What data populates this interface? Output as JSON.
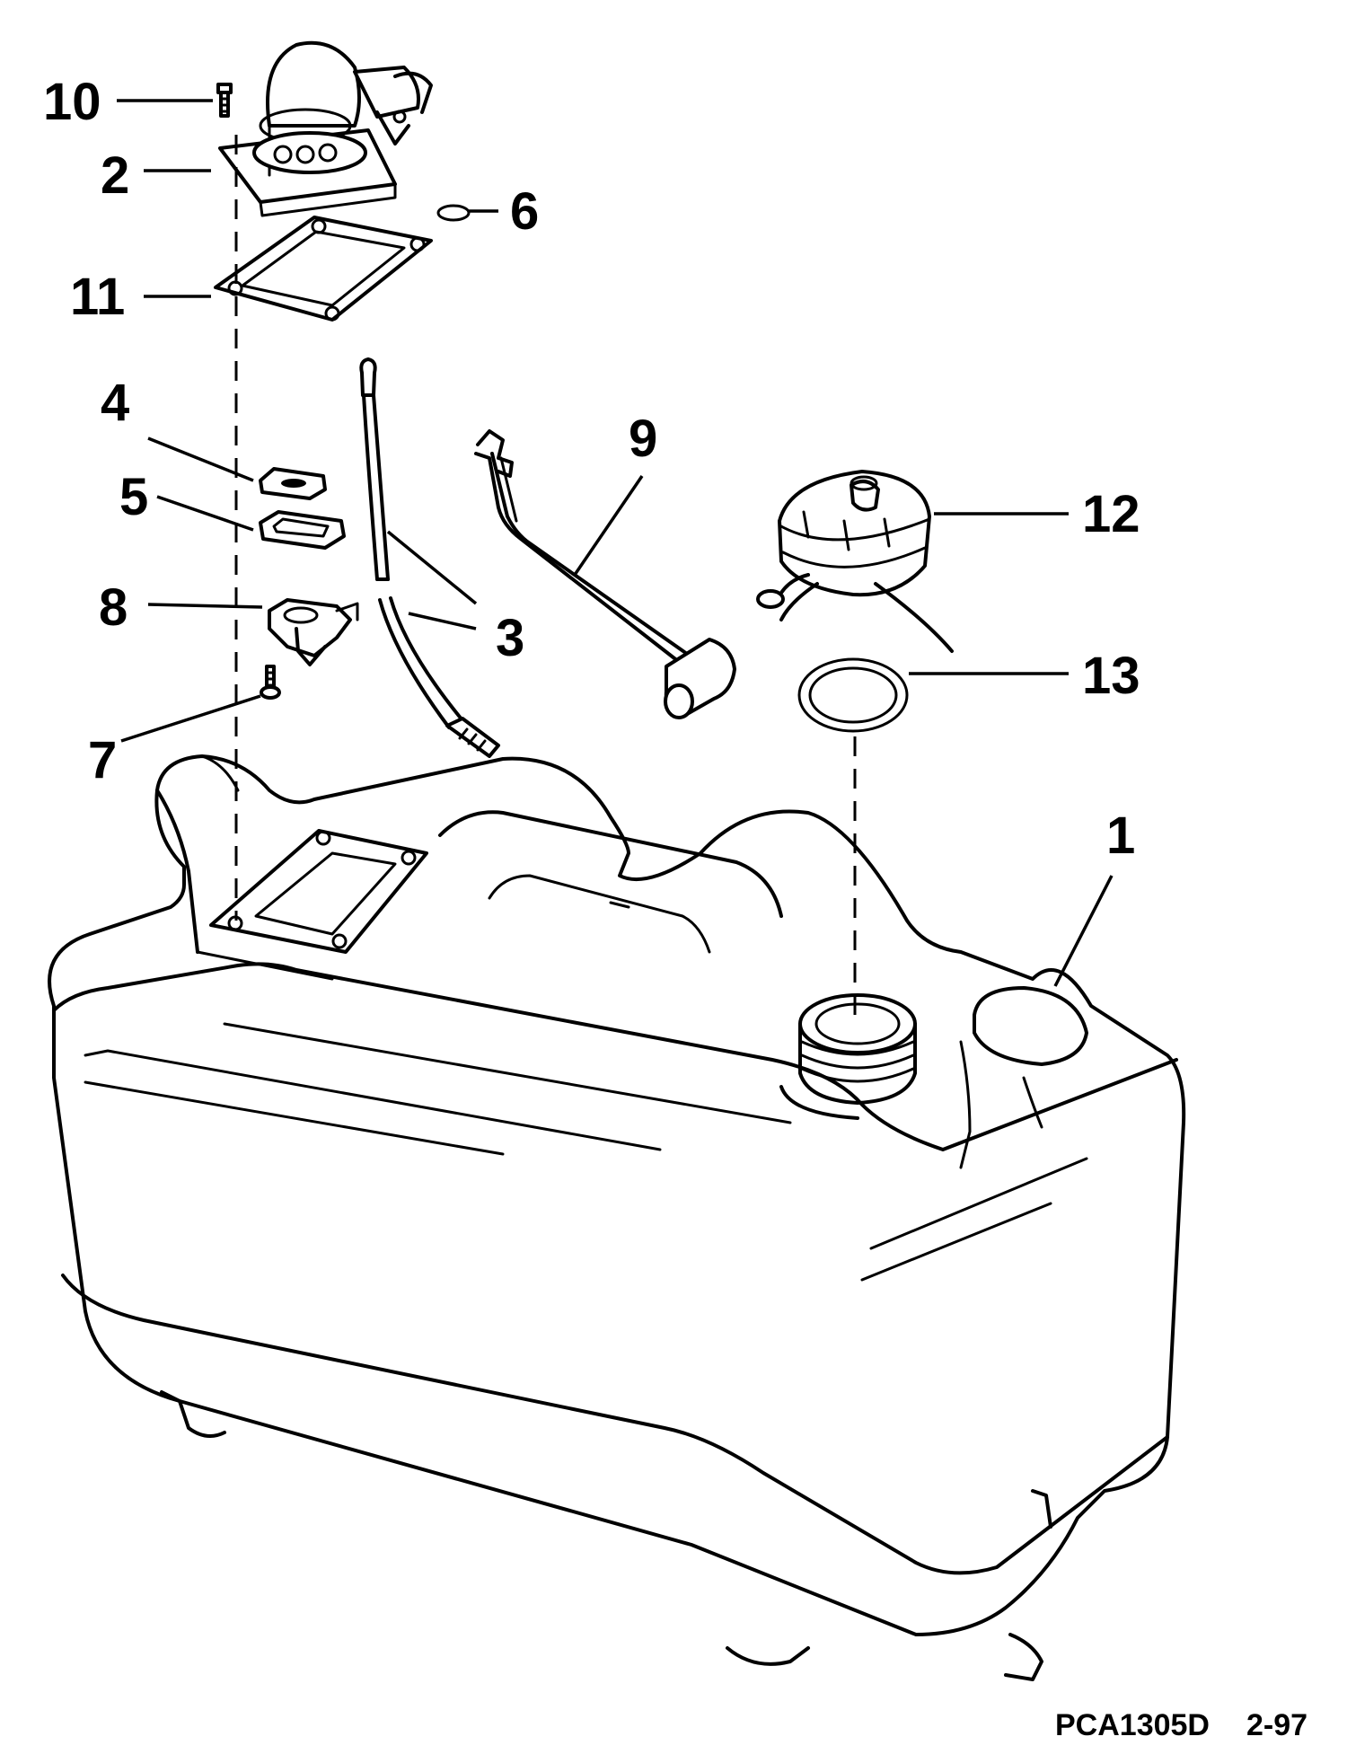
{
  "callouts": {
    "c1": "1",
    "c2": "2",
    "c3": "3",
    "c4": "4",
    "c5": "5",
    "c6": "6",
    "c7": "7",
    "c8": "8",
    "c9": "9",
    "c10": "10",
    "c11": "11",
    "c12": "12",
    "c13": "13"
  },
  "footer": {
    "drawing_code": "PCA1305D",
    "date_code": "2-97"
  }
}
